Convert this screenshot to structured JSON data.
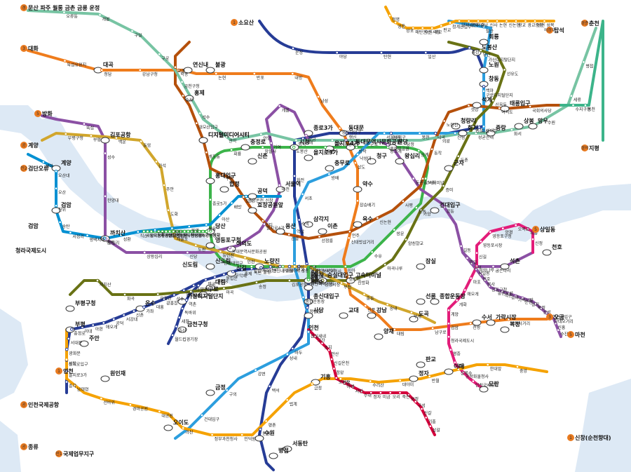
{
  "colors": {
    "line1": "#263c96",
    "line2": "#3cb44a",
    "line3": "#ef7c1c",
    "line4": "#2c9ede",
    "line5": "#8b50a4",
    "line6": "#b5500b",
    "line7": "#697215",
    "line8": "#e31c79",
    "line9": "#d1a62c",
    "airport": "#0090d2",
    "gyeongui": "#77c4a3",
    "suin": "#f5a200",
    "shinbundang": "#d4003b",
    "water": "#dde9f5"
  },
  "map": {
    "edge_labels": [
      {
        "text": "문산 파주 월롱 금촌 금릉 운정",
        "num": "경"
      },
      {
        "text": "대화",
        "num": "3"
      },
      {
        "text": "방화",
        "num": "5"
      },
      {
        "text": "계양",
        "num": "공"
      },
      {
        "text": "검단오류",
        "num": "인2"
      },
      {
        "text": "검암"
      },
      {
        "text": "청라국제도시"
      },
      {
        "text": "인천",
        "num": "1"
      },
      {
        "text": "인천국제공항",
        "num": "공"
      },
      {
        "text": "종류",
        "num": "공"
      },
      {
        "text": "국제업무지구",
        "num": "인1"
      },
      {
        "text": "소요산",
        "num": "1"
      },
      {
        "text": "탑석",
        "num": "의정부"
      },
      {
        "text": "춘천",
        "num": "경춘"
      },
      {
        "text": "지평",
        "num": "경의"
      },
      {
        "text": "마천",
        "num": "5"
      },
      {
        "text": "오금",
        "num": "3"
      },
      {
        "text": "상일동",
        "num": "5"
      },
      {
        "text": "신창(순천향대)",
        "num": "1"
      },
      {
        "text": "신도림"
      },
      {
        "text": "인천"
      }
    ],
    "transfer_stations": [
      "대곡",
      "연신내",
      "불광",
      "디지털미디어시티",
      "홍대입구",
      "공덕",
      "충정로",
      "시청",
      "종로3가",
      "동대문",
      "동대문역사문화공원",
      "을지로4가",
      "을지로3가",
      "충무로",
      "서울역",
      "삼각지",
      "효창공원앞",
      "신도림",
      "영등포구청",
      "당산",
      "여의도",
      "노량진",
      "대림",
      "가산디지털단지",
      "온수",
      "부평구청",
      "부평",
      "주안",
      "원인재",
      "오이도",
      "금정",
      "사당",
      "동작",
      "이수",
      "고속터미널",
      "교대",
      "강남",
      "양재",
      "선릉",
      "도곡",
      "수서",
      "가락시장",
      "잠실",
      "건대입구",
      "왕십리",
      "청구",
      "약수",
      "옥수",
      "신당",
      "상봉",
      "망우",
      "석계",
      "창동",
      "노원",
      "도봉산",
      "회룡",
      "태릉입구",
      "청량리",
      "회기",
      "중랑",
      "군자",
      "천호",
      "석촌",
      "모란",
      "복정",
      "정자",
      "판교",
      "이매",
      "기흥",
      "수원",
      "병점",
      "서동탄",
      "금천구청",
      "구로",
      "신길",
      "용산",
      "이촌",
      "김포공항",
      "계양",
      "검암",
      "까치산",
      "홍제",
      "합정",
      "신촌",
      "종합운동장",
      "디지털미디어시티",
      "숭실대입구",
      "총신대입구"
    ],
    "stations": [
      "운정",
      "야당",
      "탄현",
      "일산",
      "풍산",
      "백마",
      "곡산",
      "대곡",
      "능곡",
      "행신",
      "강매",
      "화전",
      "수색",
      "주엽",
      "정발산",
      "마두",
      "백석",
      "원흥",
      "삼송",
      "지축",
      "구파발",
      "연신내",
      "불광",
      "녹번",
      "홍제",
      "무악재",
      "독립문",
      "경복궁",
      "안국",
      "구산",
      "응암",
      "역촌",
      "독바위",
      "새절",
      "증산",
      "월드컵경기장",
      "마포구청",
      "망원",
      "상수",
      "광흥창",
      "대흥",
      "가좌",
      "신촌",
      "서강대",
      "공덕",
      "애오개",
      "아현",
      "이대",
      "충정로",
      "서대문",
      "광화문",
      "을지로입구",
      "을지로3가",
      "종각",
      "종로5가",
      "혜화",
      "한성대입구",
      "성신여대입구",
      "길음",
      "미아사거리",
      "미아",
      "수유",
      "쌍문",
      "창동",
      "노원",
      "상계",
      "당고개",
      "방학",
      "도봉",
      "도봉산",
      "망월사",
      "회룡",
      "의정부",
      "가능",
      "녹양",
      "양주",
      "덕계",
      "덕정",
      "지행",
      "동두천중앙",
      "보산",
      "동두천",
      "발곡",
      "범골",
      "경전철의정부",
      "의정부시청",
      "흥선",
      "의정부중앙",
      "동오",
      "새말",
      "경기도청북부청사",
      "효자",
      "곤제",
      "어룡",
      "송산",
      "마들",
      "수락산",
      "중계",
      "하계",
      "공릉",
      "먹골",
      "중화",
      "상봉",
      "면목",
      "사가정",
      "용마산",
      "중곡",
      "어린이대공원",
      "뚝섬유원지",
      "청담",
      "강남구청",
      "학동",
      "논현",
      "반포",
      "내방",
      "남성",
      "숭실대입구",
      "상도",
      "장승배기",
      "신대방삼거리",
      "보라매",
      "신풍",
      "대림",
      "남구로",
      "천왕",
      "광명사거리",
      "철산",
      "가산디지털단지",
      "구로디지털단지",
      "신대방",
      "신림",
      "봉천",
      "서울대입구",
      "낙성대",
      "방배",
      "서초",
      "역삼",
      "삼성",
      "종합운동장",
      "잠실새내",
      "성내",
      "강변",
      "구의",
      "건대입구",
      "뚝섬",
      "성수",
      "한양대",
      "왕십리",
      "상왕십리",
      "신당",
      "동대문역사문화공원",
      "을지로4가",
      "마천",
      "거여",
      "개롱",
      "오금",
      "방이",
      "올림픽공원",
      "둔촌동",
      "강동",
      "길동",
      "굽은다리",
      "명일",
      "고덕",
      "상일동",
      "천호",
      "암사",
      "강동구청",
      "몽촌토성",
      "석촌",
      "송파",
      "가락시장",
      "문정",
      "장지",
      "복정",
      "산성",
      "남한산성입구",
      "단대오거리",
      "신흥",
      "수진",
      "모란",
      "수서",
      "대모산입구",
      "개포동",
      "구룡",
      "도곡",
      "한티",
      "선릉",
      "선정릉",
      "언주",
      "신논현",
      "사평",
      "고속터미널",
      "동작",
      "노량진",
      "샛강",
      "여의도",
      "국회의사당",
      "당산",
      "선유도",
      "신목동",
      "염창",
      "등촌",
      "증미",
      "가양",
      "양천향교",
      "마곡나루",
      "신방화",
      "공항시장",
      "김포공항",
      "송정",
      "마곡",
      "발산",
      "우장산",
      "화곡",
      "까치산",
      "신정",
      "목동",
      "오목교",
      "양평",
      "영등포구청",
      "영등포시장",
      "신길",
      "여의나루",
      "마포",
      "애오개",
      "개화",
      "계양",
      "검암",
      "청라국제도시",
      "영종",
      "운서",
      "공항화물청사",
      "인천국제공항",
      "부평구청",
      "부평",
      "백운",
      "동암",
      "간석",
      "주안",
      "도화",
      "제물포",
      "도원",
      "동인천",
      "인천",
      "온수",
      "역곡",
      "소사",
      "부천",
      "중동",
      "송내",
      "부개",
      "오류동",
      "개봉",
      "구일",
      "구로",
      "금천구청",
      "석수",
      "관악",
      "안양",
      "명학",
      "금정",
      "군포",
      "당정",
      "의왕",
      "성균관대",
      "화서",
      "수원",
      "세류",
      "병점",
      "세마",
      "오산대",
      "오산",
      "진위",
      "송탄",
      "서정리",
      "평택지제",
      "평택",
      "성환",
      "직산",
      "두정",
      "천안",
      "봉명",
      "쌍용",
      "아산",
      "배방",
      "온양온천",
      "신창",
      "사당",
      "남태령",
      "선바위",
      "경마공원",
      "대공원",
      "과천",
      "정부과천청사",
      "인덕원",
      "평촌",
      "범계",
      "금정",
      "산본",
      "수리산",
      "대야미",
      "반월",
      "상록수",
      "한대앞",
      "중앙",
      "고잔",
      "초지",
      "안산",
      "신길온천",
      "정왕",
      "오이도",
      "이매",
      "서현",
      "수내",
      "정자",
      "미금",
      "오리",
      "죽전",
      "보정",
      "구성",
      "신갈",
      "기흥",
      "상갈",
      "청명",
      "영통",
      "망포",
      "매탄권선",
      "수원시청",
      "매교",
      "판교",
      "청계산입구",
      "양재시민의숲",
      "양재",
      "강남",
      "신사",
      "논현",
      "신논현",
      "광교",
      "광교중앙",
      "상현",
      "성복",
      "수지구청",
      "동천"
    ]
  }
}
